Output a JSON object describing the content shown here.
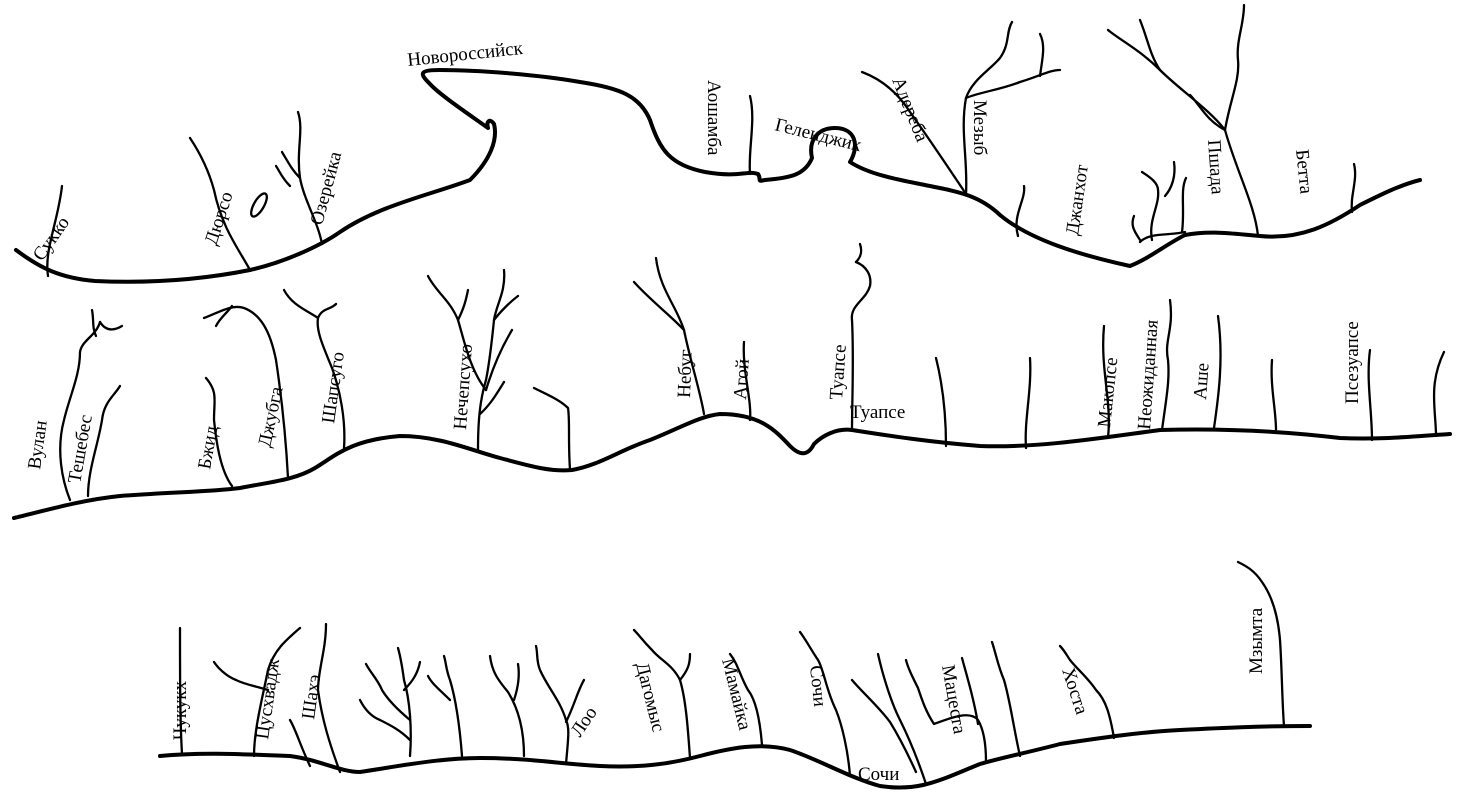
{
  "labels": {
    "sukko": "Сукко",
    "dyurso": "Дюрсо",
    "ozereyka": "Озерейка",
    "novorossiysk": "Новороссийск",
    "aoshamba": "Аошамба",
    "gelendzhik": "Геленджик",
    "adereba": "Адереба",
    "mezyb": "Мезыб",
    "dzhankhot": "Джанхот",
    "pshada": "Пшада",
    "betta": "Бетта",
    "vulan": "Вулан",
    "teshebes": "Тешебес",
    "bzhid": "Бжид",
    "dzhubga": "Джубга",
    "shapsugo": "Шапсуго",
    "nechepsukho": "Нечепсухо",
    "nebug": "Небуг",
    "agoy": "Агой",
    "tuapse_river": "Туапсе",
    "tuapse_city": "Туапсе",
    "makopse": "Макопсе",
    "neozhidannaya": "Неожиданная",
    "ashe": "Аше",
    "psezuapse": "Псезуапсе",
    "chukukh": "Чукукх",
    "tsuskhvadzh": "Цусхвадж",
    "shakhe": "Шахэ",
    "loo": "Лоо",
    "dagomys": "Дагомыс",
    "mamayka": "Мамайка",
    "sochi_river": "Сочи",
    "sochi_city": "Сочи",
    "matsesta": "Мацеста",
    "khosta": "Хоста",
    "mzymta": "Мзымта"
  }
}
